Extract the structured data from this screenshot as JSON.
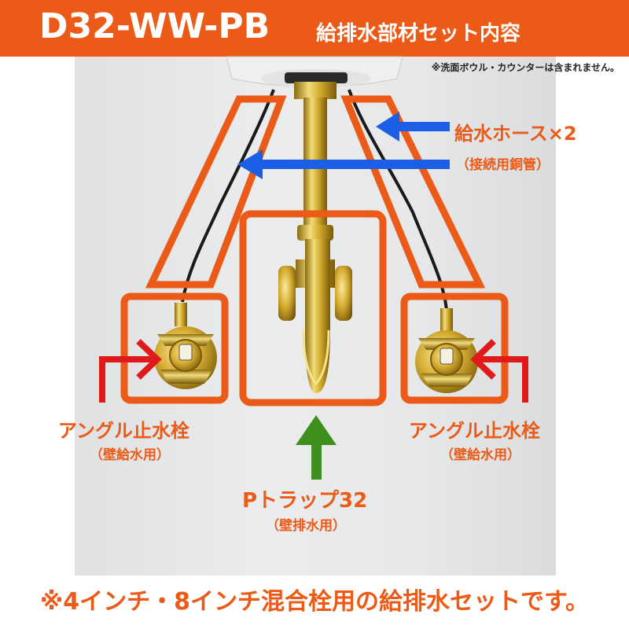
{
  "header": {
    "model": "D32-WW-PB",
    "subtitle": "給排水部材セット内容",
    "note": "※洗面ボウル・カウンターは含まれません。"
  },
  "labels": {
    "supply_hose": "給水ホース×2",
    "supply_hose_sub": "（接続用銅管）",
    "angle_valve_left": "アングル止水栓",
    "angle_valve_left_sub": "（壁給水用）",
    "angle_valve_right": "アングル止水栓",
    "angle_valve_right_sub": "（壁給水用）",
    "ptrap": "Pトラップ32",
    "ptrap_sub": "（壁排水用）"
  },
  "footer": {
    "text": "※4インチ・8インチ混合栓用の給排水セットです。"
  },
  "colors": {
    "accent_orange": "#ec5a17",
    "arrow_blue": "#1a5fe6",
    "arrow_red": "#e01a1a",
    "arrow_green": "#3f8f1f",
    "brass": "#c9a227"
  }
}
